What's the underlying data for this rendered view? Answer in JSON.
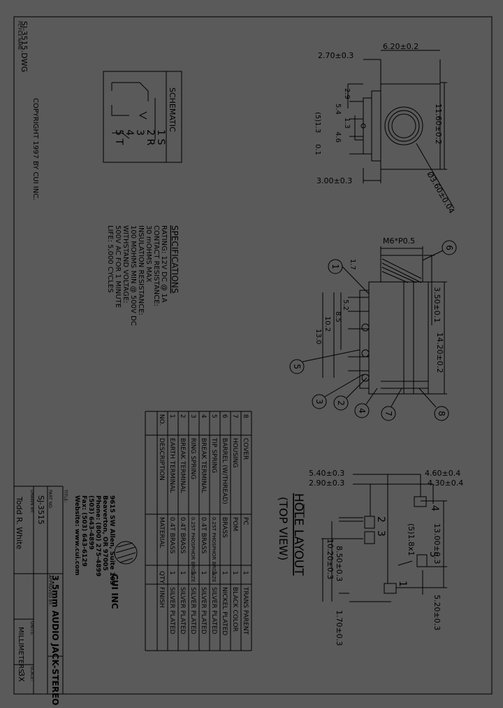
{
  "title_block": {
    "file_name_label": "PC FILE NAME",
    "file_name": "SJ-3515.DWG",
    "copyright": "COPYRIGHT 1997 BY CUI INC.",
    "title_label": "TITLE:",
    "title": "3.5mm AUDIO JACK-STEREO",
    "part_no_label": "PART NO.",
    "part_no": "SJ-3515",
    "drawn_by_label": "DRAWN BY:",
    "drawn_by": "Todd R. White",
    "approved_by_label": "APPROVED BY:",
    "units_label": "UNITS:",
    "units": "MILLIMETERS",
    "scale_label": "SCALE:",
    "scale": "3X",
    "company_name": "CUI INC",
    "address_lines": [
      "9615 SW Allen, Suite 103",
      "Beaverton, OR 97005",
      "Phone: (800) 275-4899",
      "       (503) 643-4899",
      "Fax:   (503) 643-6129",
      "Website: www.cui.com"
    ]
  },
  "schematic": {
    "label": "SCHEMATIC",
    "terminals": [
      "1  S",
      "2  R",
      "3",
      "4",
      "5  T"
    ]
  },
  "specifications": {
    "header": "SPECIFICATIONS",
    "lines": [
      "RATING: 12V DC @ 1A",
      "CONTACT RESISTANCE:",
      "     30 mOHMS MAX",
      "INSULATION RESISTANCE:",
      "     100 MOHMS MIN @ 500V DC",
      "WITHSTAND VOLTAGE:",
      "     500V AC FOR 1 MINUTE",
      "LIFE: 5,000 CYCLES"
    ]
  },
  "bom": {
    "headers": [
      "NO.",
      "DESCRIPTION",
      "MATERIAL",
      "QTY",
      "FINISH"
    ],
    "rows": [
      [
        "8",
        "COVER",
        "PC",
        "1",
        "TRANS PARENT"
      ],
      [
        "7",
        "HOUSING",
        "POM",
        "1",
        "BLACK COLOR"
      ],
      [
        "6",
        "BARREL (W/THREAD)",
        "BRASS",
        "1",
        "NICKEL PLATED"
      ],
      [
        "5",
        "TIP SPRING",
        "0.25T PHOSPHOR BRONZE",
        "1",
        "SILVER PLATED"
      ],
      [
        "4",
        "BREAK TERMINAL",
        "0.4T BRASS",
        "1",
        "SILVER PLATED"
      ],
      [
        "3",
        "RING SPRING",
        "0.25T PHOSPHOR BRONZE",
        "1",
        "SILVER PLATED"
      ],
      [
        "2",
        "BREAK TERMINAL",
        "0.4T BRASS",
        "1",
        "SILVER PLATED"
      ],
      [
        "1",
        "EARTH TERMINAL",
        "0.4T BRASS",
        "1",
        "SILVER PLATED"
      ]
    ]
  },
  "front_view": {
    "dims": [
      "2.70±0.3",
      "6.20±0.2",
      "11.60±0.2",
      "Ø3.60±0.04",
      "3.00±0.3",
      "2.9",
      "5.4",
      "(5)1.3",
      "4.6",
      "1.3",
      "0.1"
    ]
  },
  "side_view": {
    "thread": "M6*P0.5",
    "dims": [
      "1.7",
      "5.2",
      "8.5",
      "10.2",
      "13.0",
      "3.50±0.1",
      "14.20±0.2"
    ],
    "balloons": [
      "1",
      "2",
      "3",
      "4",
      "5",
      "6",
      "7",
      "8"
    ]
  },
  "hole_layout": {
    "title": "HOLE LAYOUT",
    "subtitle": "(TOP VIEW)",
    "dims": [
      "5.40±0.3",
      "2.90±0.3",
      "4.60±0.4",
      "4.30±0.4",
      "13.00±0.3",
      "(5)1.8x1",
      "8.50±0.3",
      "10.20±0.3",
      "5.20±0.3",
      "1.70±0.3"
    ],
    "pads": [
      "1",
      "2",
      "3",
      "4",
      "5"
    ]
  }
}
